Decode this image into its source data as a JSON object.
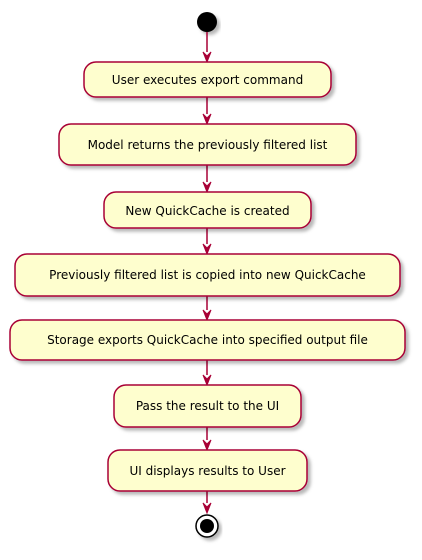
{
  "diagram": {
    "type": "activity",
    "colors": {
      "node_fill": "#FEFECE",
      "node_border": "#A80036",
      "arrow": "#A80036",
      "start": "#000000",
      "stop_ring": "#000000"
    },
    "steps": [
      "User executes export command",
      "Model returns the previously filtered list",
      "New QuickCache is created",
      "Previously filtered list is copied into new QuickCache",
      "Storage exports QuickCache into specified output file",
      "Pass the result to the UI",
      "UI displays results to User"
    ]
  }
}
